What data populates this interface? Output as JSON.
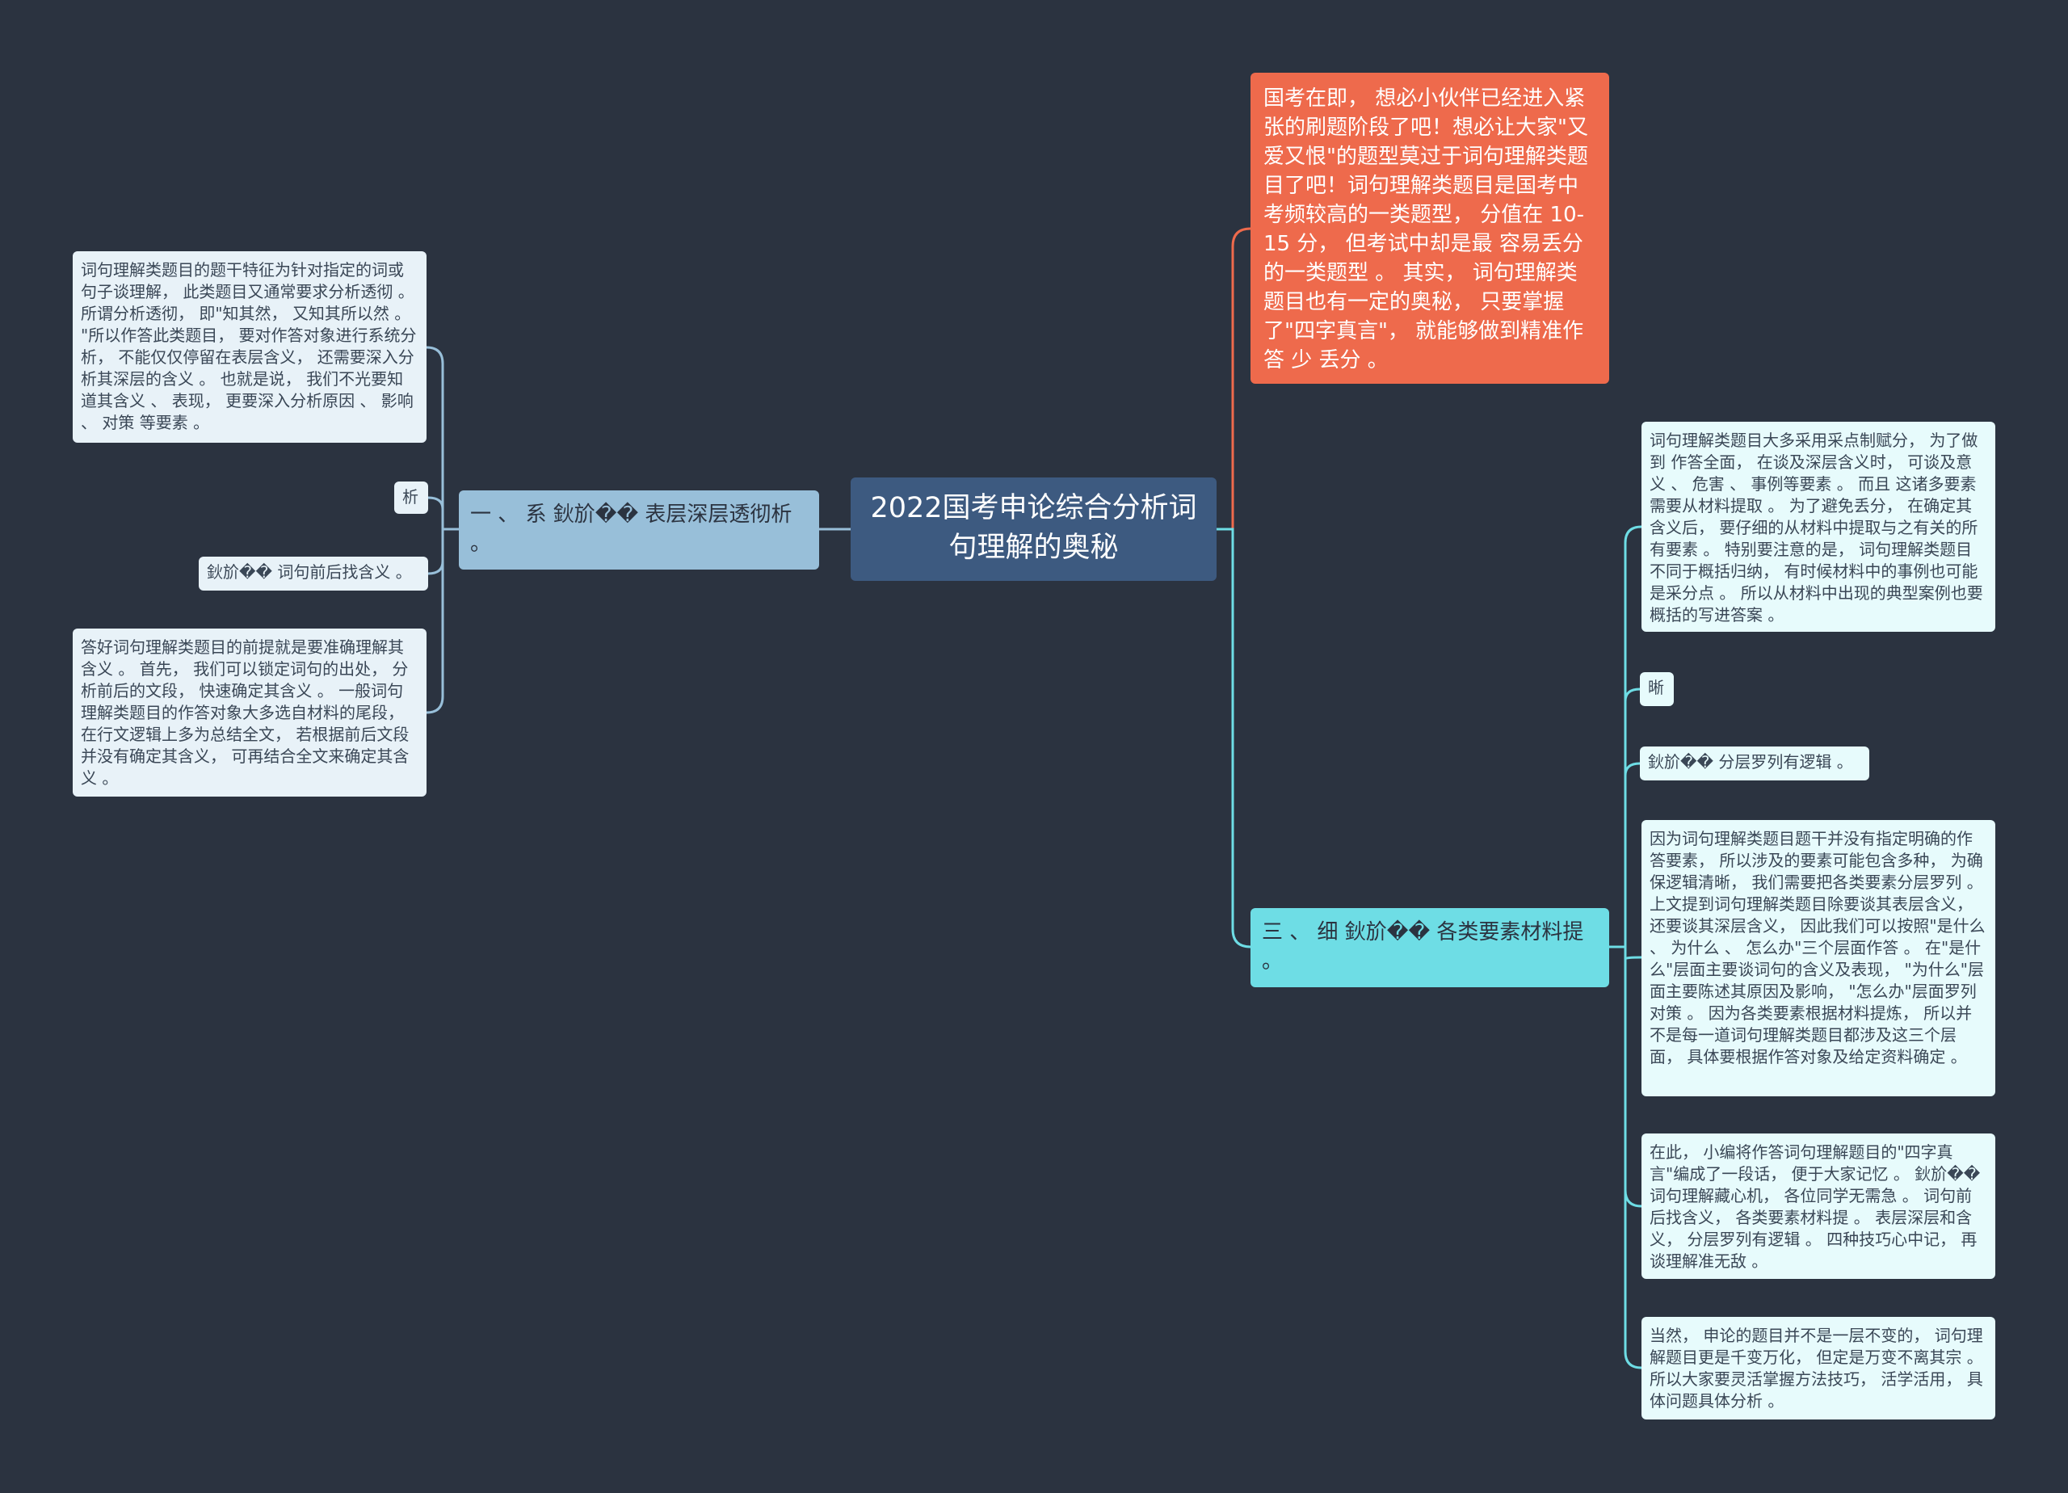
{
  "root": {
    "title": "2022国考申论综合分析词句理解的奥秘"
  },
  "intro": {
    "text": "国考在即， 想必小伙伴已经进入紧张的刷题阶段了吧！想必让大家\"又爱又恨\"的题型莫过于词句理解类题目了吧！词句理解类题目是国考中考频较高的一类题型， 分值在 10-15 分， 但考试中却是最 容易丢分 的一类题型 。 其实， 词句理解类题目也有一定的奥秘， 只要掌握了\"四字真言\"， 就能够做到精准作答 少 丢分 。"
  },
  "branch_left": {
    "label": "一 、 系 鈥斺�� 表层深层透彻析 。",
    "children": [
      "词句理解类题目的题干特征为针对指定的词或句子谈理解， 此类题目又通常要求分析透彻 。 所谓分析透彻， 即\"知其然， 又知其所以然 。 \"所以作答此类题目， 要对作答对象进行系统分析， 不能仅仅停留在表层含义， 还需要深入分析其深层的含义 。 也就是说， 我们不光要知道其含义 、 表现， 更要深入分析原因 、 影响 、 对策 等要素 。",
      "析",
      "鈥斺�� 词句前后找含义 。",
      "答好词句理解类题目的前提就是要准确理解其含义 。 首先， 我们可以锁定词句的出处， 分析前后的文段， 快速确定其含义 。 一般词句理解类题目的作答对象大多选自材料的尾段， 在行文逻辑上多为总结全文， 若根据前后文段并没有确定其含义， 可再结合全文来确定其含义 。"
    ]
  },
  "branch_right": {
    "label": "三 、 细 鈥斺�� 各类要素材料提 。",
    "children": [
      "词句理解类题目大多采用采点制赋分， 为了做到 作答全面， 在谈及深层含义时， 可谈及意义 、 危害 、 事例等要素 。 而且 这诸多要素需要从材料提取 。 为了避免丢分， 在确定其含义后， 要仔细的从材料中提取与之有关的所有要素 。 特别要注意的是， 词句理解类题目不同于概括归纳， 有时候材料中的事例也可能是采分点 。 所以从材料中出现的典型案例也要概括的写进答案 。",
      "晰",
      "鈥斺�� 分层罗列有逻辑 。",
      "因为词句理解类题目题干并没有指定明确的作答要素， 所以涉及的要素可能包含多种， 为确保逻辑清晰， 我们需要把各类要素分层罗列 。 上文提到词句理解类题目除要谈其表层含义， 还要谈其深层含义， 因此我们可以按照\"是什么 、 为什么 、 怎么办\"三个层面作答 。 在\"是什么\"层面主要谈词句的含义及表现， \"为什么\"层面主要陈述其原因及影响， \"怎么办\"层面罗列对策 。 因为各类要素根据材料提炼， 所以并不是每一道词句理解类题目都涉及这三个层面， 具体要根据作答对象及给定资料确定 。",
      "在此， 小编将作答词句理解题目的\"四字真言\"编成了一段话， 便于大家记忆 。 鈥斺�� 词句理解藏心机， 各位同学无需急 。 词句前后找含义， 各类要素材料提 。 表层深层和含义， 分层罗列有逻辑 。 四种技巧心中记， 再谈理解准无敌 。",
      "当然， 申论的题目并不是一层不变的， 词句理解题目更是千变万化， 但定是万变不离其宗 。 所以大家要灵活掌握方法技巧， 活学活用， 具体问题具体分析 。"
    ]
  },
  "colors": {
    "background": "#2b3340",
    "root": "#3d5a80",
    "intro": "#ee6a4c",
    "branch_left": "#98bfd9",
    "branch_right": "#6edde5",
    "link_intro": "#ee6a4c",
    "link_left": "#98bfd9",
    "link_right": "#6edde5"
  }
}
